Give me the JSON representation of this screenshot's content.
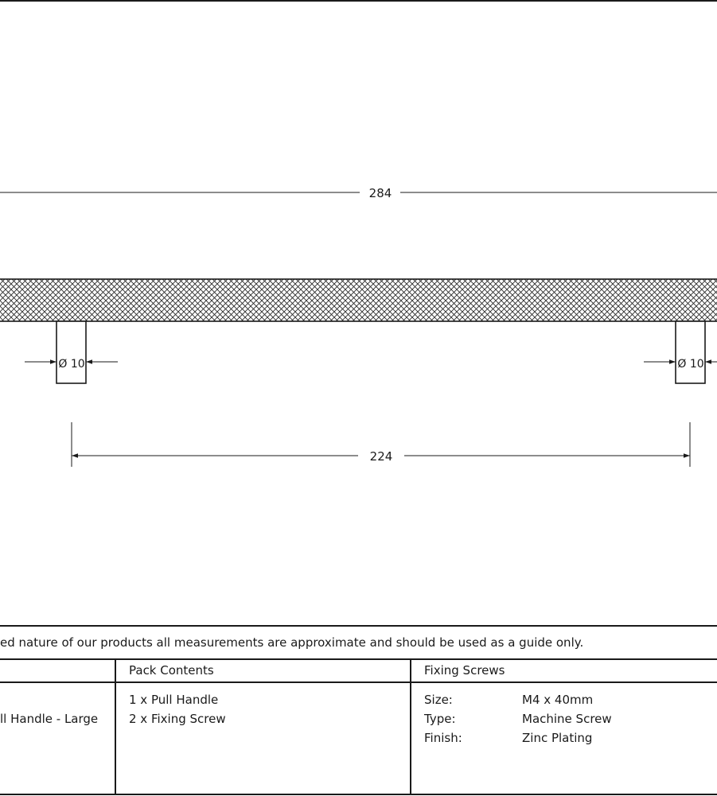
{
  "dimensions": {
    "overall_length": "284",
    "centres": "224",
    "left_diameter": "Ø 10",
    "right_diameter": "Ø 10"
  },
  "disclaimer": "ed nature of our products all measurements are approximate and should be used as a guide only.",
  "table": {
    "col_pack_contents_header": "Pack Contents",
    "col_fixing_screws_header": "Fixing Screws",
    "product_name": "ll Handle - Large",
    "pack_contents": [
      "1 x Pull Handle",
      "2 x Fixing Screw"
    ],
    "fixing_screws": [
      {
        "label": "Size:",
        "value": "M4 x 40mm"
      },
      {
        "label": "Type:",
        "value": "Machine Screw"
      },
      {
        "label": "Finish:",
        "value": "Zinc Plating"
      }
    ]
  }
}
